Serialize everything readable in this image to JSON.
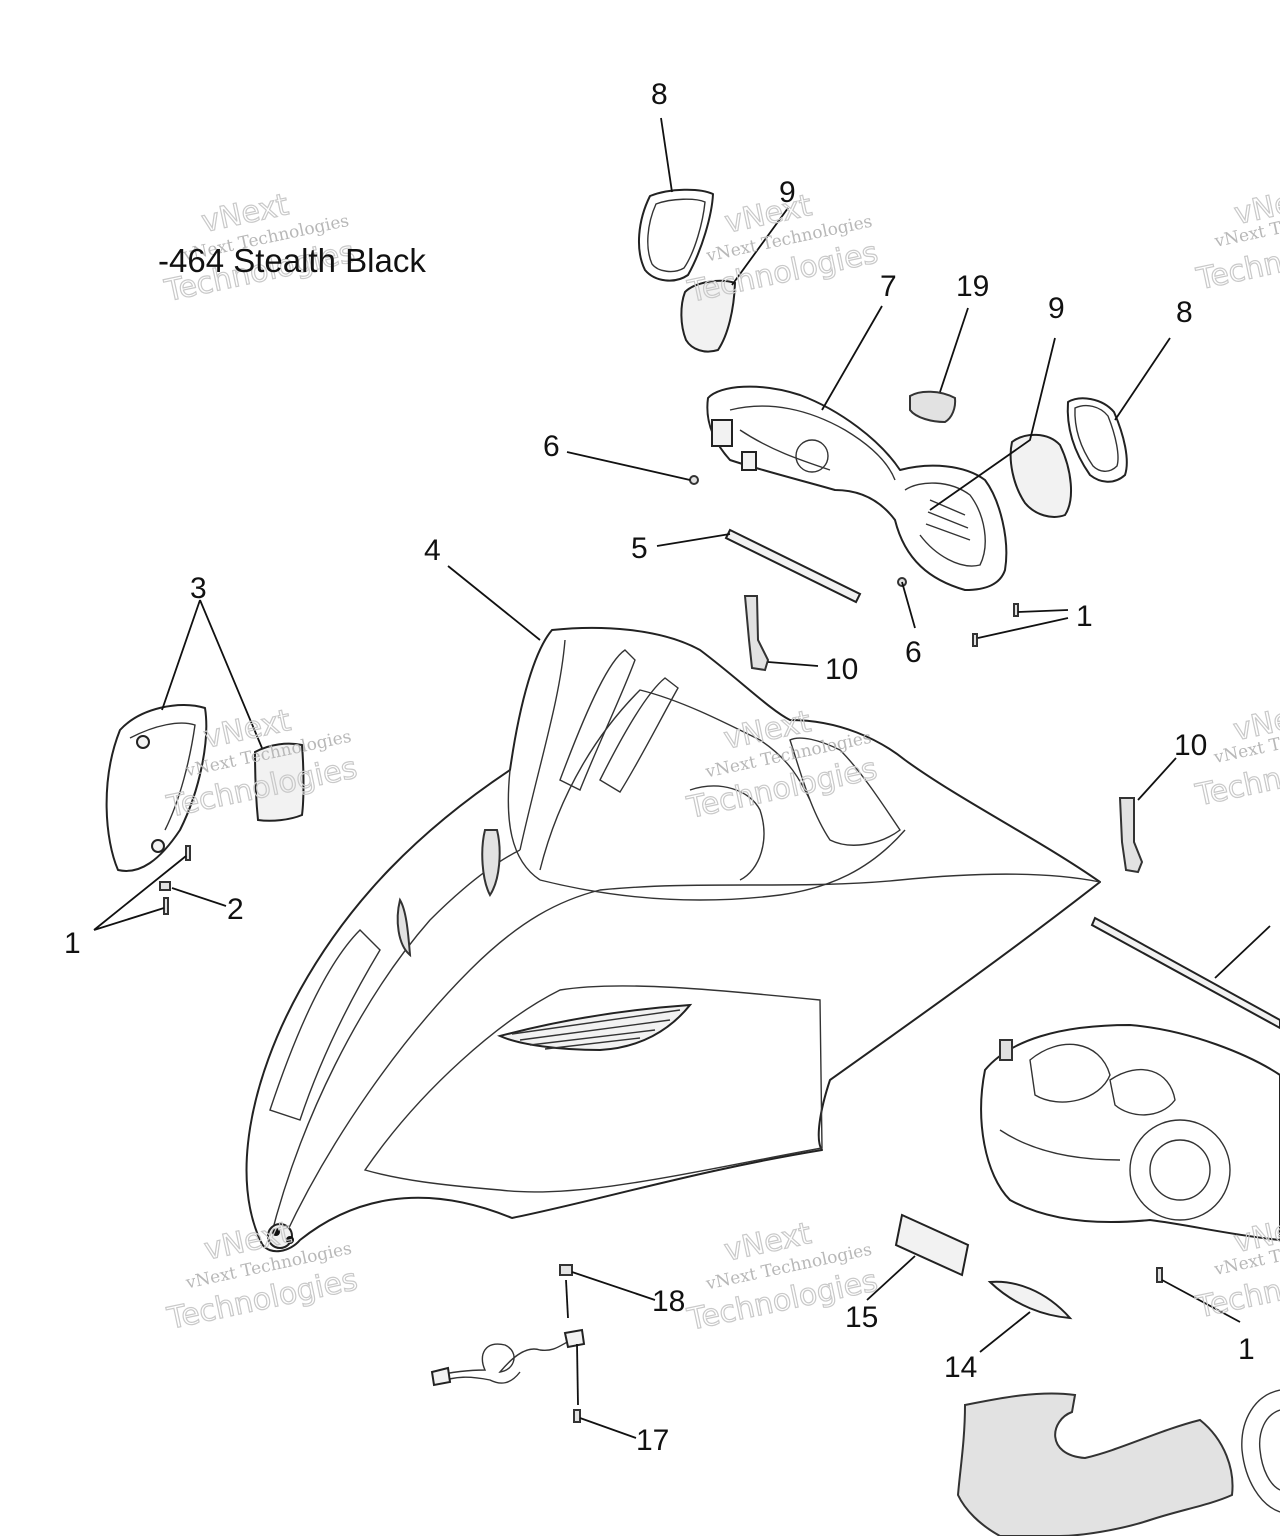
{
  "caption": "-464 Stealth Black",
  "callouts": [
    "8",
    "9",
    "7",
    "19",
    "9",
    "8",
    "6",
    "5",
    "4",
    "3",
    "6",
    "1",
    "10",
    "10",
    "2",
    "1",
    "18",
    "15",
    "14",
    "1",
    "17"
  ],
  "watermark": {
    "line1": "vNext",
    "line2": "vNext Technologies",
    "line3": "Technologies"
  },
  "colors": {
    "ink": "#111111",
    "watermark": "#c0c0c0"
  }
}
